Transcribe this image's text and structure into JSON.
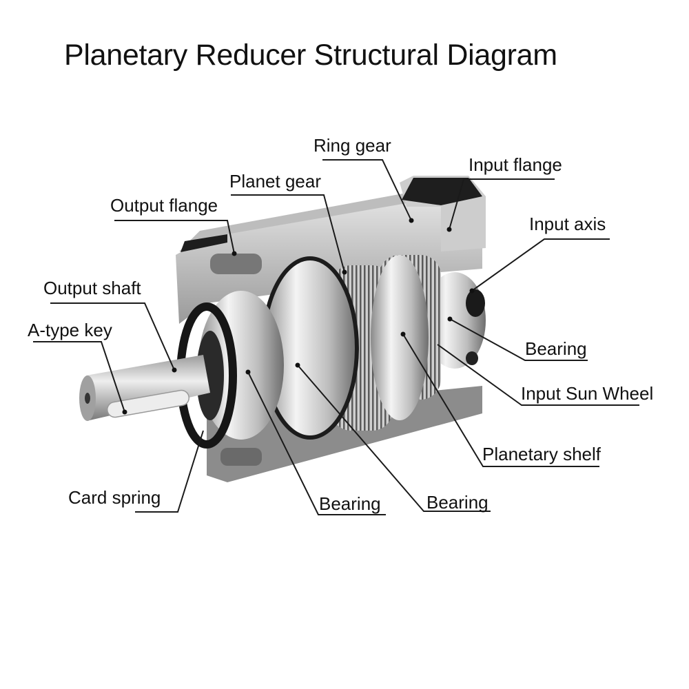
{
  "title": "Planetary Reducer Structural Diagram",
  "labels": {
    "ring_gear": "Ring gear",
    "input_flange": "Input flange",
    "planet_gear": "Planet gear",
    "output_flange": "Output flange",
    "input_axis": "Input axis",
    "output_shaft": "Output shaft",
    "a_type_key": "A-type key",
    "bearing_input": "Bearing",
    "input_sun_wheel": "Input Sun Wheel",
    "planetary_shelf": "Planetary shelf",
    "card_spring": "Card spring",
    "bearing_front": "Bearing",
    "bearing_middle": "Bearing"
  },
  "colors": {
    "text": "#111111",
    "leader": "#1a1a1a",
    "housing_light": "#d4d4d4",
    "housing_mid": "#a8a8a8",
    "housing_dark": "#1e1e1e",
    "metal_bright": "#f0f0f0"
  }
}
